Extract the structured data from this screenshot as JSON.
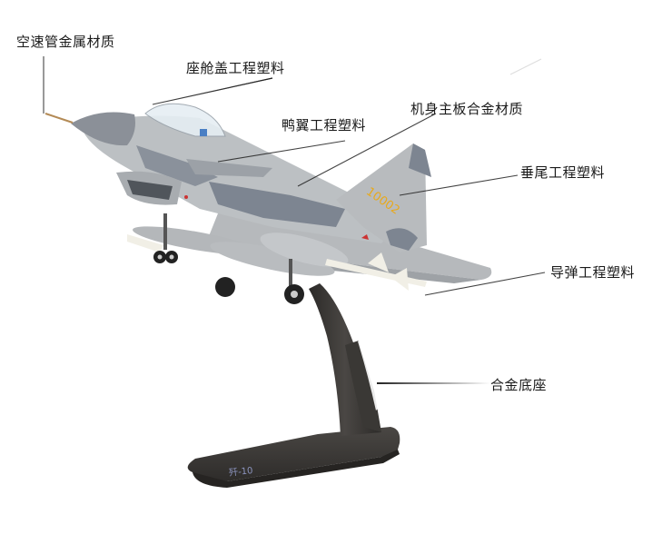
{
  "diagram": {
    "subject": "fighter jet model on stand",
    "tail_number": "10002",
    "base_marking": "歼-10",
    "colors": {
      "background": "#ffffff",
      "fuselage_light": "#b9bcbf",
      "fuselage_dark": "#7d8591",
      "nose_cone": "#8b9098",
      "stand": "#3a3835",
      "tail_number": "#e8a91c",
      "label_text": "#1a1a1a",
      "leader_line": "#222222"
    },
    "callouts": [
      {
        "id": "pitot",
        "text": "空速管金属材质"
      },
      {
        "id": "canopy",
        "text": "座舱盖工程塑料"
      },
      {
        "id": "canard",
        "text": "鸭翼工程塑料"
      },
      {
        "id": "fuselage",
        "text": "机身主板合金材质"
      },
      {
        "id": "tail",
        "text": "垂尾工程塑料"
      },
      {
        "id": "missile",
        "text": "导弹工程塑料"
      },
      {
        "id": "base",
        "text": "合金底座"
      }
    ]
  }
}
